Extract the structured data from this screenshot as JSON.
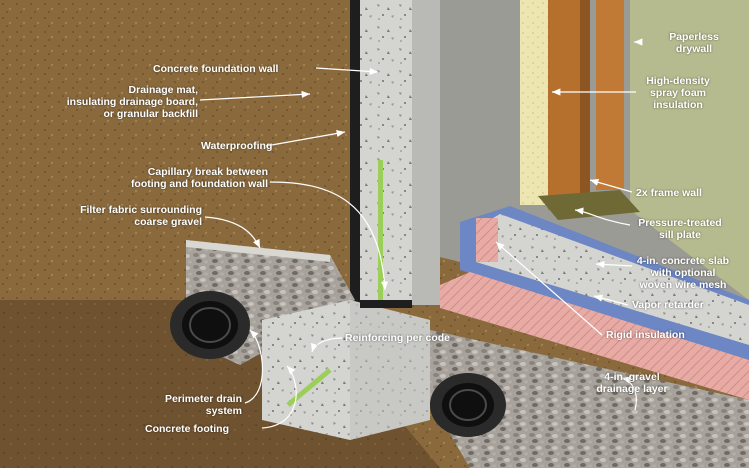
{
  "labels": {
    "concrete_foundation_wall": "Concrete foundation wall",
    "drainage_mat": [
      "Drainage mat,",
      "insulating drainage board,",
      "or granular backfill"
    ],
    "waterproofing": "Waterproofing",
    "capillary_break": [
      "Capillary break between",
      "footing and foundation wall"
    ],
    "filter_fabric": [
      "Filter fabric surrounding",
      "coarse gravel"
    ],
    "reinforcing": "Reinforcing per code",
    "perimeter_drain": [
      "Perimeter drain",
      "system"
    ],
    "concrete_footing": "Concrete footing",
    "paperless_drywall": [
      "Paperless",
      "drywall"
    ],
    "spray_foam": [
      "High-density",
      "spray foam",
      "insulation"
    ],
    "frame_wall": "2x frame wall",
    "sill_plate": [
      "Pressure-treated",
      "sill plate"
    ],
    "concrete_slab": [
      "4-in. concrete slab",
      "with optional",
      "woven wire mesh"
    ],
    "vapor_retarder": "Vapor retarder",
    "rigid_insulation": "Rigid insulation",
    "gravel_layer": [
      "4-in. gravel",
      "drainage layer"
    ]
  }
}
